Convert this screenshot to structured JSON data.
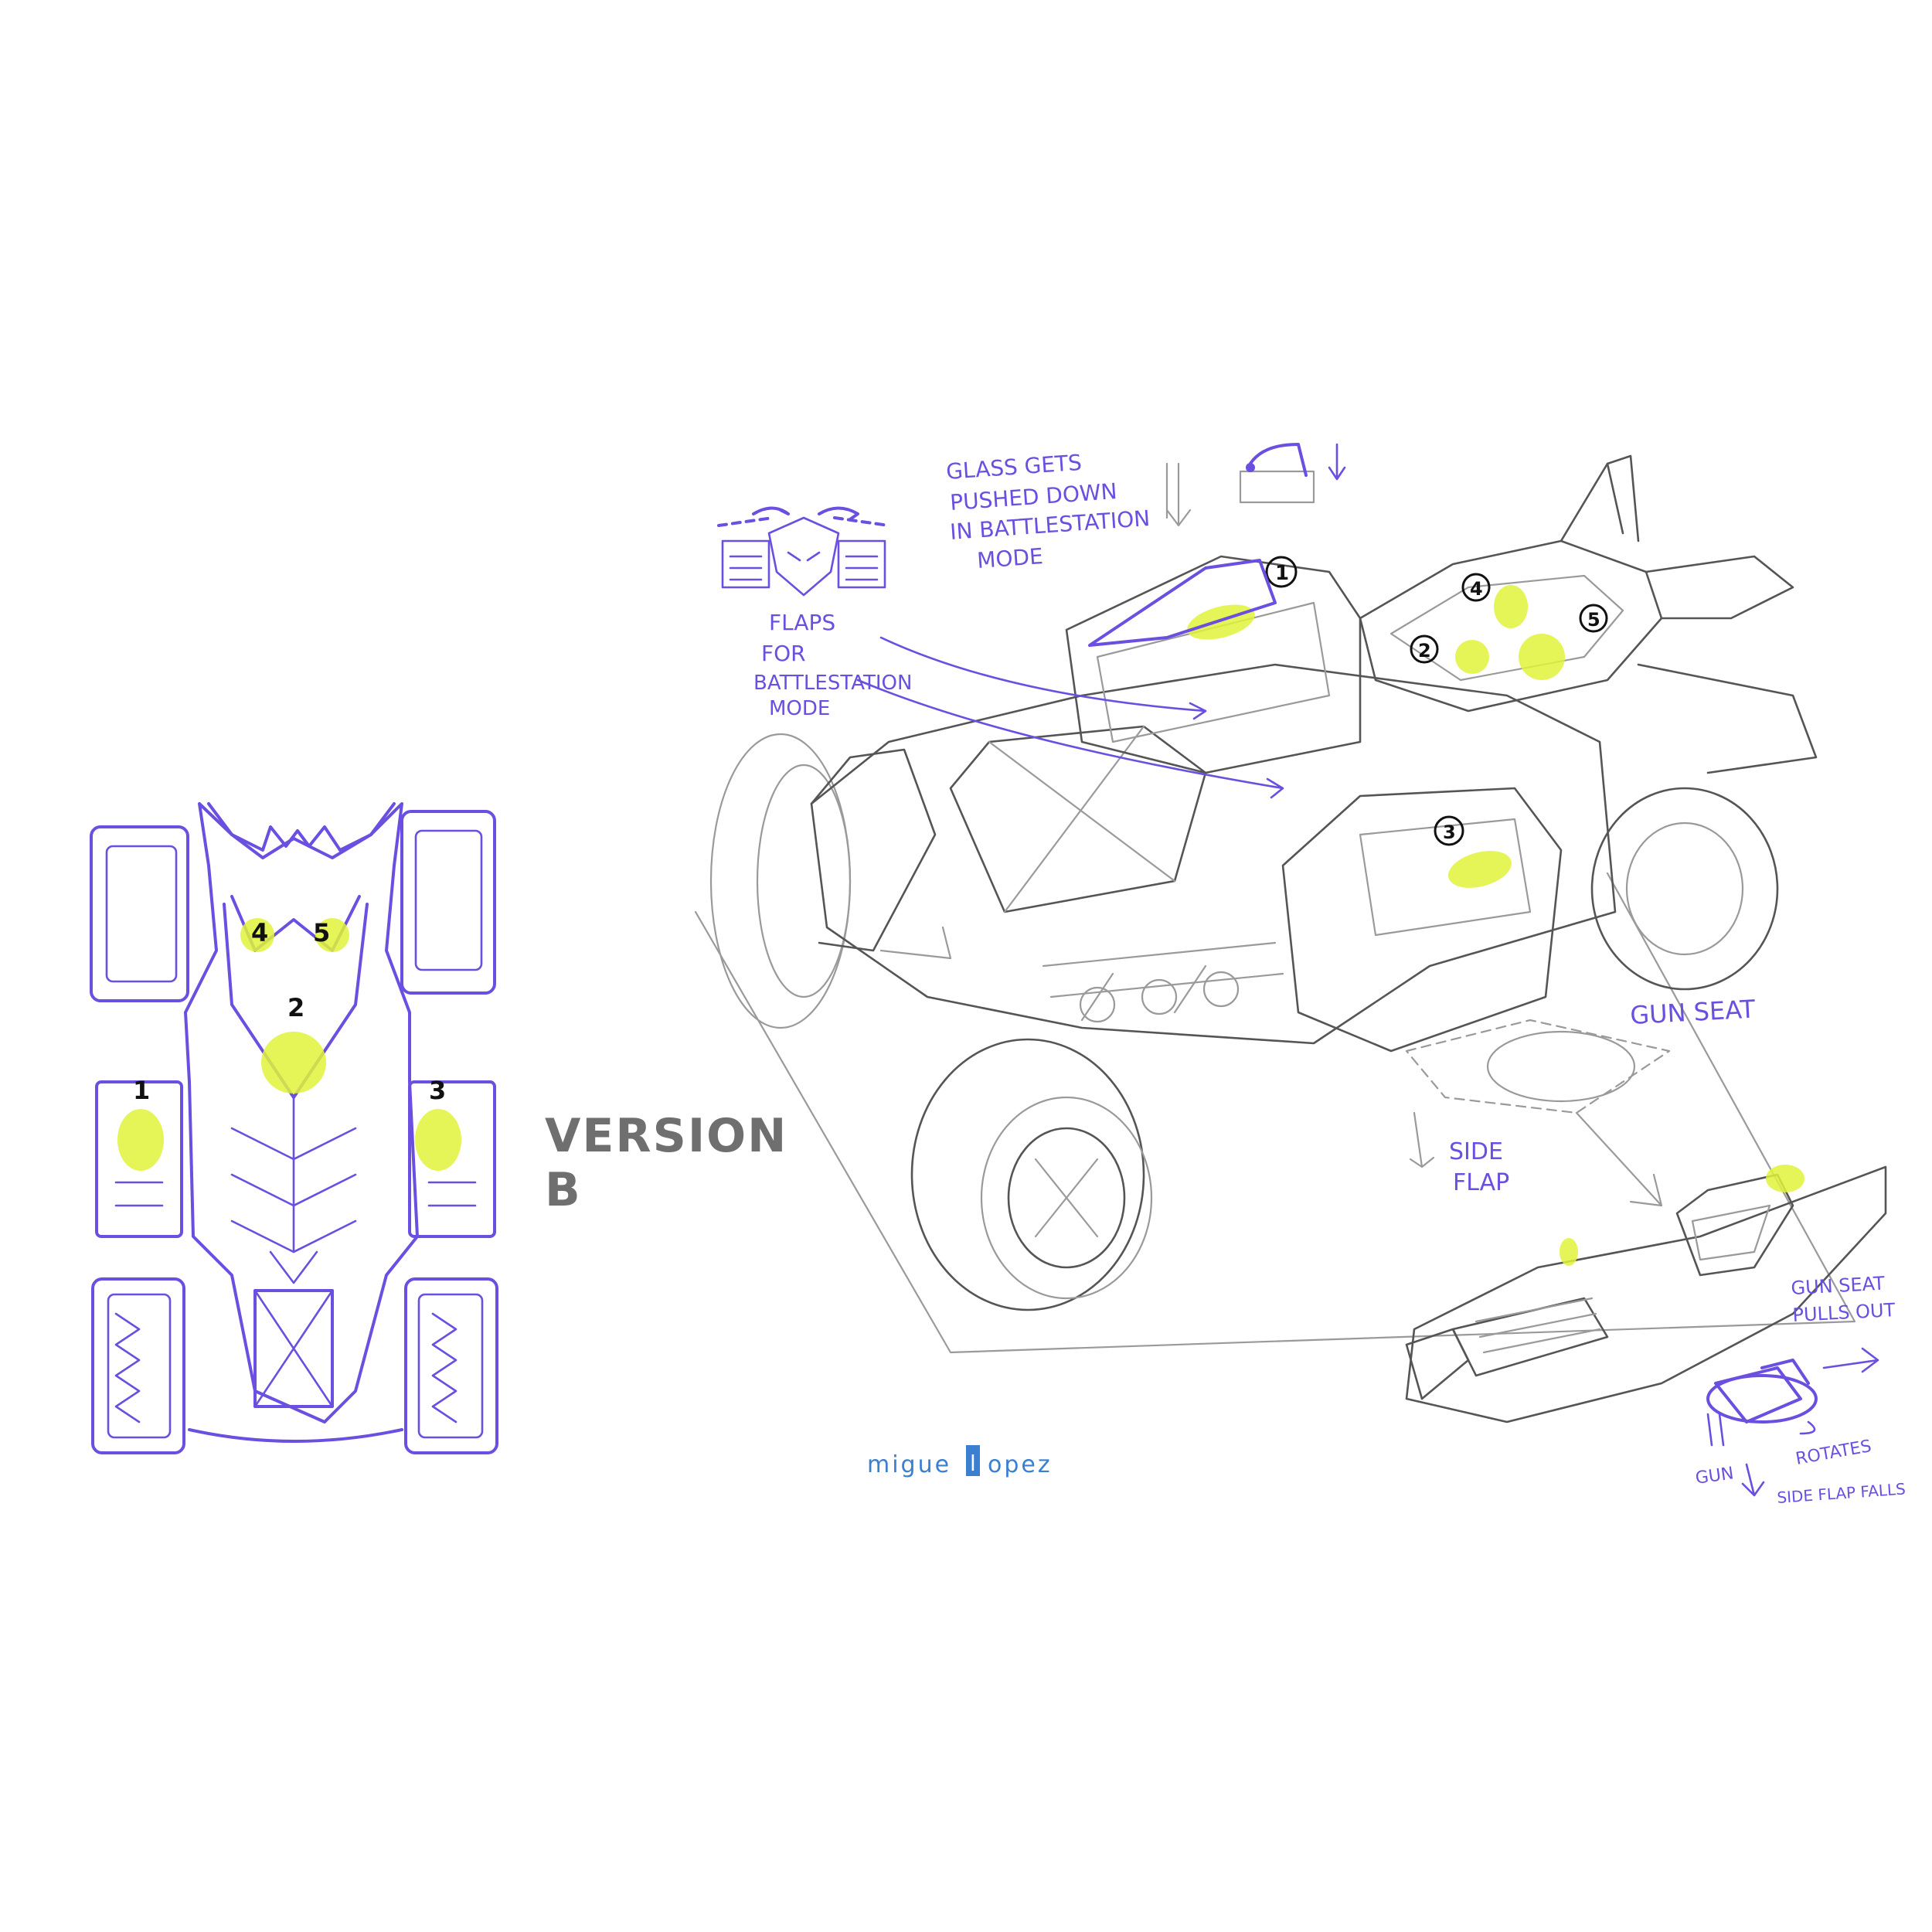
{
  "colors": {
    "background": "#ffffff",
    "sketch_purple": "#6a4fe0",
    "highlight_yellow": "#e1f23a",
    "sketch_gray": "#9a9a9a",
    "title_gray": "#6f6f6f",
    "signature_blue": "#3a7fd0"
  },
  "title": {
    "line1": "VERSION",
    "line2": "B"
  },
  "top_view": {
    "seat_labels": [
      "1",
      "2",
      "3",
      "4",
      "5"
    ]
  },
  "annotations": {
    "glass": [
      "GLASS GETS",
      "PUSHED DOWN",
      "IN BATTLESTATION",
      "MODE"
    ],
    "flaps": [
      "FLAPS",
      "FOR",
      "BATTLESTATION",
      "MODE"
    ],
    "gun_seat": "GUN SEAT",
    "side_flap": [
      "SIDE",
      "FLAP"
    ],
    "gun_seat_pulls_out": [
      "GUN SEAT",
      "PULLS OUT"
    ],
    "rotates": "ROTATES",
    "gun": "GUN",
    "side_flap_falls": "SIDE FLAP FALLS"
  },
  "perspective_seat_labels": [
    "1",
    "4",
    "2",
    "5",
    "3"
  ],
  "signature": {
    "left": "migue",
    "box": "l",
    "right": "opez"
  }
}
